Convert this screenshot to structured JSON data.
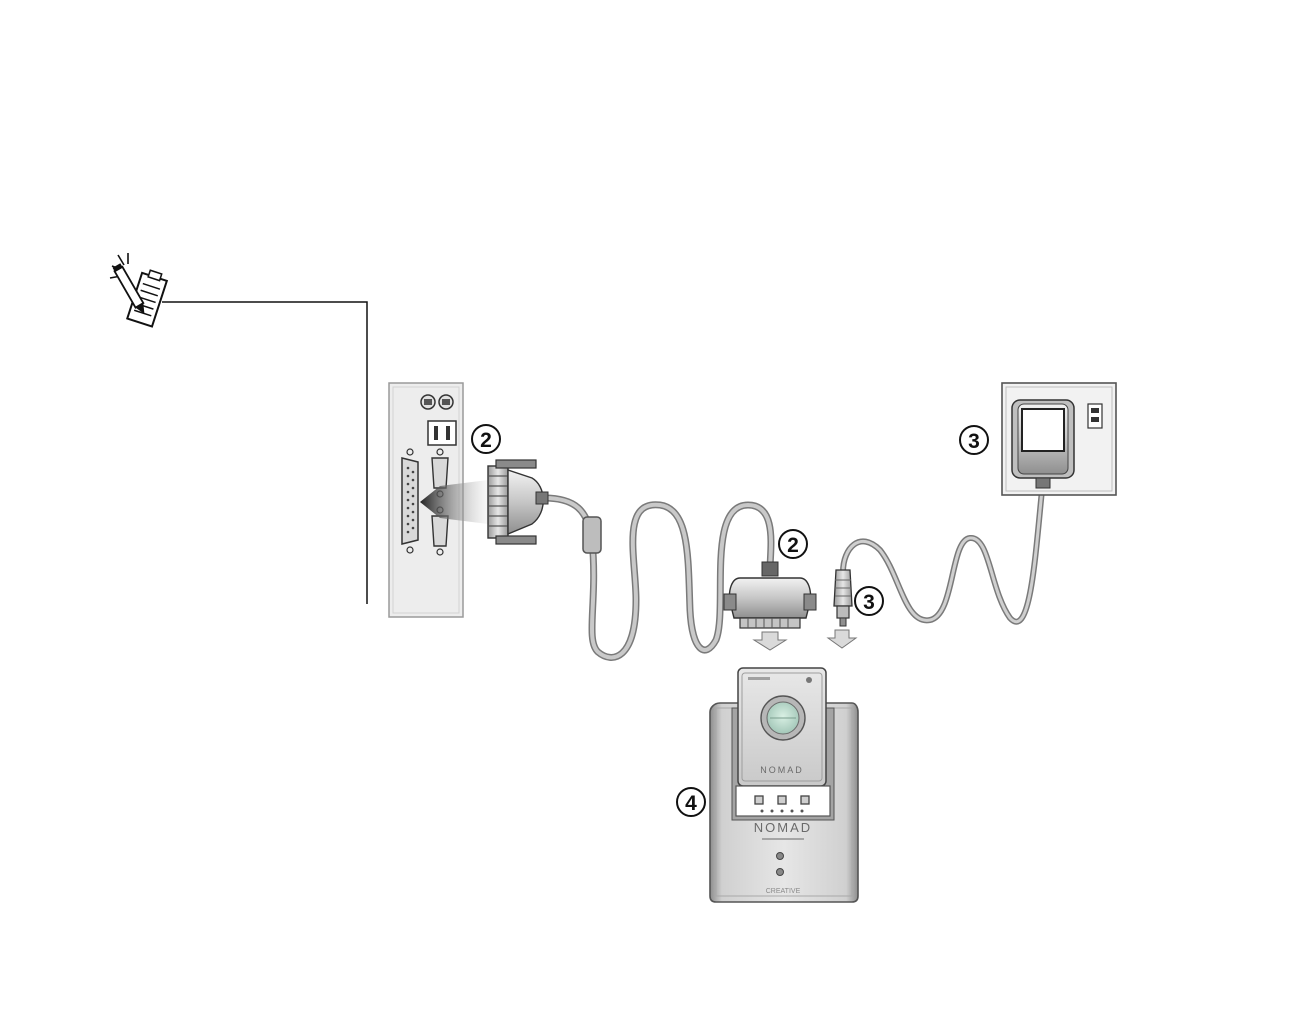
{
  "callouts": {
    "pc_connector": "2",
    "cradle_connector": "2",
    "adapter": "3",
    "power_plug": "3",
    "cradle": "4"
  },
  "device": {
    "player_brand": "NOMAD",
    "cradle_brand": "NOMAD",
    "maker": "CREATIVE"
  },
  "icons": {
    "tip": "pencil-with-paper-tip-icon"
  },
  "colors": {
    "line": "#222222",
    "cable": "#b9b9b9",
    "metal": "#c8c8c8",
    "panel": "#e9e9e9"
  }
}
